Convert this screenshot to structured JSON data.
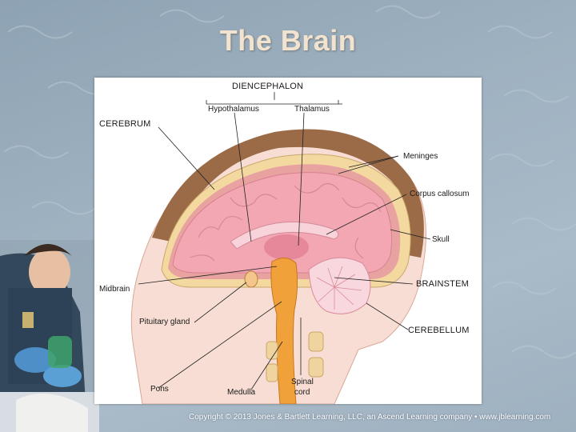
{
  "slide": {
    "title": "The Brain",
    "copyright": "Copyright © 2013 Jones & Bartlett Learning, LLC, an Ascend Learning company • www.jblearning.com"
  },
  "diagram": {
    "labels": {
      "diencephalon": "DIENCEPHALON",
      "hypothalamus": "Hypothalamus",
      "thalamus": "Thalamus",
      "cerebrum": "CEREBRUM",
      "meninges": "Meninges",
      "corpus_callosum": "Corpus callosum",
      "skull": "Skull",
      "midbrain": "Midbrain",
      "brainstem": "BRAINSTEM",
      "pituitary_gland": "Pituitary gland",
      "cerebellum": "CEREBELLUM",
      "pons": "Pons",
      "medulla": "Medulla",
      "spinal_cord_line1": "Spinal",
      "spinal_cord_line2": "cord"
    }
  },
  "colors": {
    "title": "#f1e3cf",
    "background": "#9fb2c1",
    "brain_pink": "#f2a7b3",
    "brainstem_orange": "#f0a13a",
    "hair_brown": "#9b6a47",
    "skin": "#f7ddd3"
  }
}
